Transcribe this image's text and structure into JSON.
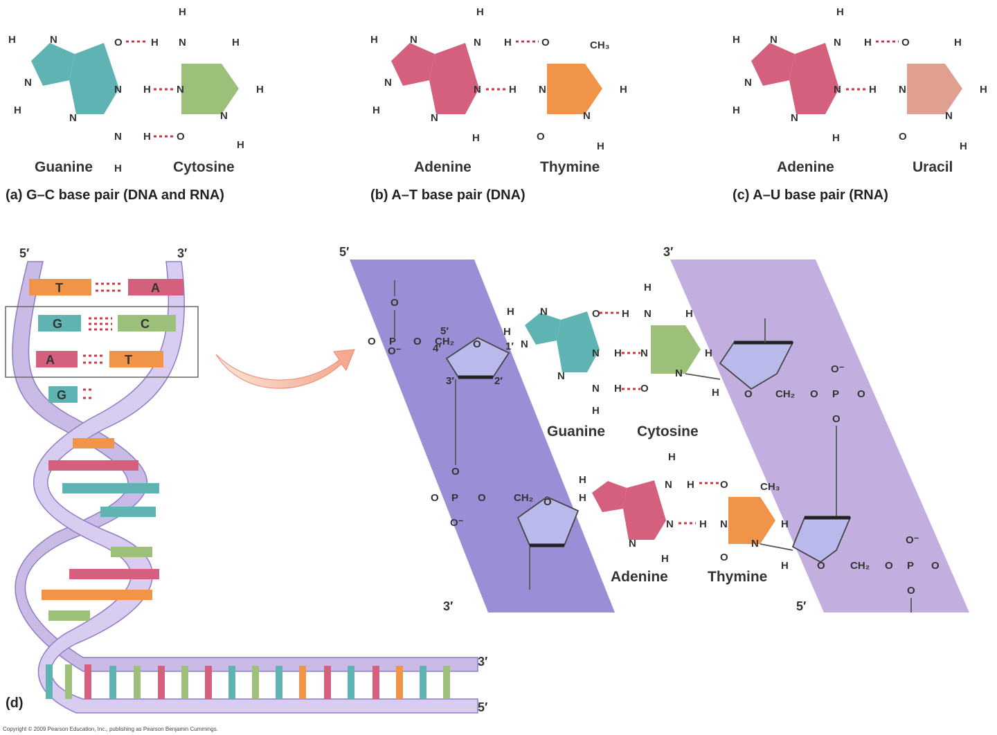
{
  "panels": {
    "a": {
      "left": "Guanine",
      "right": "Cytosine",
      "caption": "(a) G–C base pair (DNA and RNA)"
    },
    "b": {
      "left": "Adenine",
      "right": "Thymine",
      "caption": "(b) A–T base pair (DNA)"
    },
    "c": {
      "left": "Adenine",
      "right": "Uracil",
      "caption": "(c) A–U base pair (RNA)"
    }
  },
  "atoms": {
    "H": "H",
    "N": "N",
    "O": "O",
    "CH3": "CH₃",
    "P": "P",
    "Ominus": "O⁻",
    "CH2": "CH₂",
    "hydrogen_bond": "H"
  },
  "helix": {
    "label": "(d)",
    "top_left_end": "5′",
    "top_right_end": "3′",
    "bottom_upper_end": "3′",
    "bottom_lower_end": "5′",
    "rungs": [
      {
        "left": "T",
        "right": "A"
      },
      {
        "left": "G",
        "right": "C"
      },
      {
        "left": "A",
        "right": "T"
      },
      {
        "left": "G",
        "right": ""
      }
    ]
  },
  "detail": {
    "strand_left_top": "5′",
    "strand_right_top": "3′",
    "strand_left_bottom": "3′",
    "strand_right_bottom": "5′",
    "pair1": {
      "left": "Guanine",
      "right": "Cytosine"
    },
    "pair2": {
      "left": "Adenine",
      "right": "Thymine"
    },
    "carbon_numbers": [
      "5′",
      "4′",
      "3′",
      "2′",
      "1′"
    ]
  },
  "copyright": "Copyright © 2009 Pearson Education, Inc., publishing as Pearson Benjamin Cummings.",
  "colors": {
    "guanine": "#5fb3b3",
    "cytosine": "#9cc07a",
    "adenine": "#d4607e",
    "thymine": "#f0944a",
    "uracil": "#e0a090",
    "strand_left": "#9a8fd6",
    "strand_right": "#c2afe0",
    "sugar": "#b9b9ec"
  }
}
